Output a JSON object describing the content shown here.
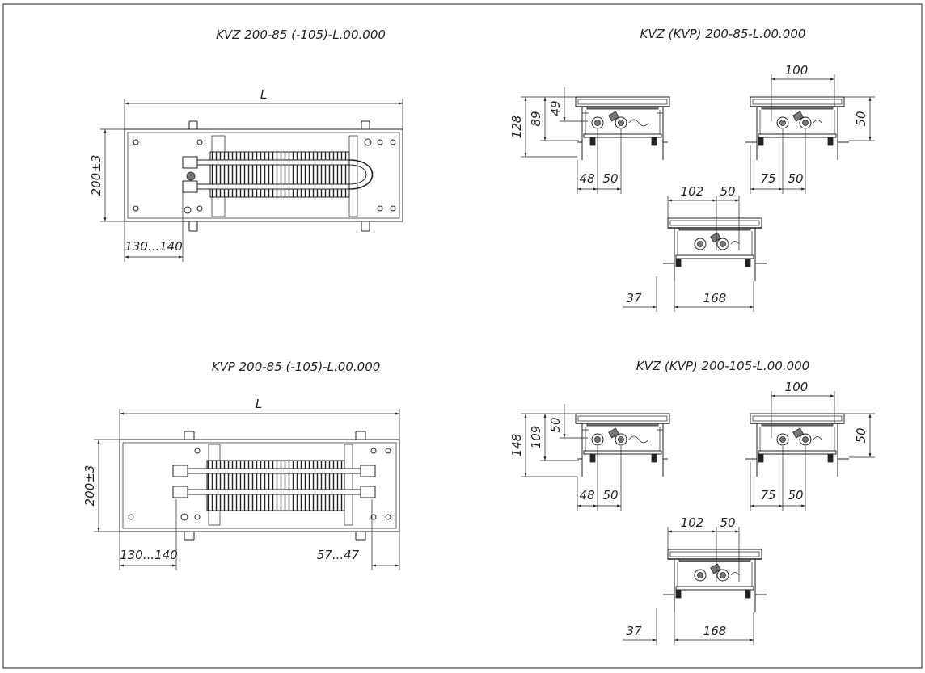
{
  "titles": {
    "kvz_top": "KVZ 200-85 (-105)-L.00.000",
    "kvp_top": "KVP 200-85 (-105)-L.00.000",
    "kvz_kvp_85": "KVZ (KVP) 200-85-L.00.000",
    "kvz_kvp_105": "KVZ (KVP) 200-105-L.00.000"
  },
  "plan_kvz": {
    "length": "L",
    "height": "200±3",
    "offset": "130...140"
  },
  "plan_kvp": {
    "length": "L",
    "height": "200±3",
    "offset_left": "130...140",
    "offset_right": "57...47"
  },
  "section_85": {
    "left": {
      "h_total": "128",
      "h_body": "89",
      "h_top": "49",
      "w1": "48",
      "w2": "50"
    },
    "right": {
      "w_top": "100",
      "h": "50",
      "w1": "75",
      "w2": "50"
    },
    "bottom": {
      "w_top1": "102",
      "w_top2": "50",
      "w1": "37",
      "w2": "168"
    }
  },
  "section_105": {
    "left": {
      "h_total": "148",
      "h_body": "109",
      "h_top": "50",
      "w1": "48",
      "w2": "50"
    },
    "right": {
      "w_top": "100",
      "h": "50",
      "w1": "75",
      "w2": "50"
    },
    "bottom": {
      "w_top1": "102",
      "w_top2": "50",
      "w1": "37",
      "w2": "168"
    }
  }
}
